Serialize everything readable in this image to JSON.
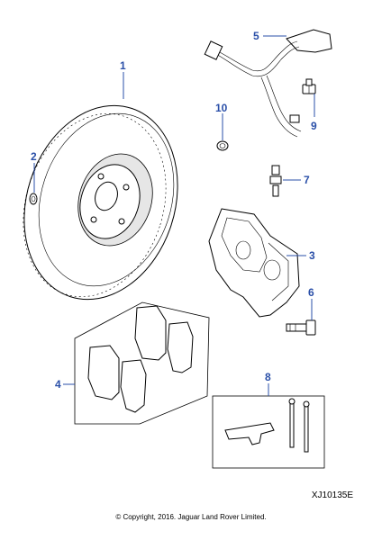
{
  "callouts": {
    "c1": "1",
    "c2": "2",
    "c3": "3",
    "c4": "4",
    "c5": "5",
    "c6": "6",
    "c7": "7",
    "c8": "8",
    "c9": "9",
    "c10": "10"
  },
  "reference": "XJ10135E",
  "copyright": "© Copyright, 2016. Jaguar Land Rover Limited.",
  "colors": {
    "callout": "#2a4fa8",
    "line": "#000000"
  }
}
